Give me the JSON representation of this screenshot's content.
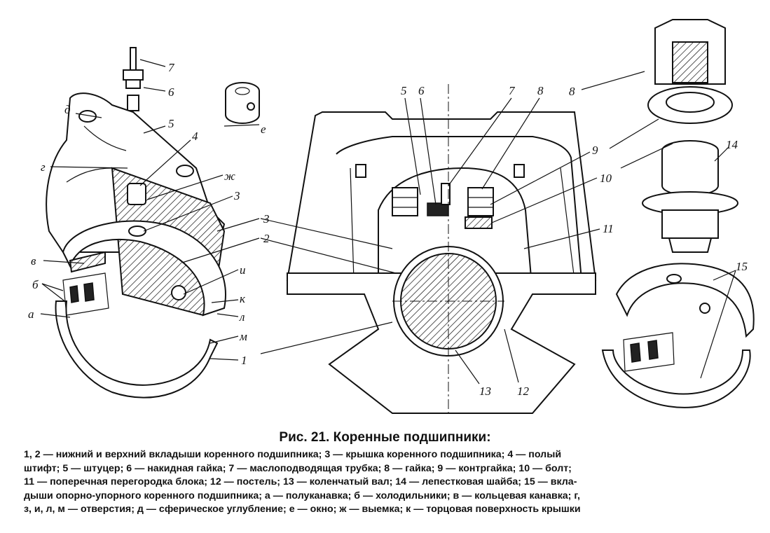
{
  "caption": {
    "title": "Рис. 21. Коренные подшипники:",
    "lines": [
      "1, 2 — нижний и верхний вкладыши коренного подшипника; 3 — крышка коренного подшипника; 4 — полый",
      "штифт; 5 — штуцер; 6 — накидная гайка; 7 — маслоподводящая трубка; 8 — гайка; 9 — контргайка; 10 — болт;",
      "11 — поперечная перегородка блока; 12 — постель; 13 — коленчатый вал; 14 — лепестковая шайба; 15 — вкла-",
      "дыши опорно-упорного коренного подшипника; а — полуканавка; б — холодильники; в — кольцевая канавка; г,",
      "з, и, л, м — отверстия; д — сферическое углубление; е — окно; ж — выемка; к — торцовая поверхность крышки"
    ]
  },
  "labels": {
    "l7a": "7",
    "l6a": "6",
    "l5a": "5",
    "l4": "4",
    "le": "е",
    "ld": "д",
    "lg": "г",
    "lzh": "ж",
    "l3a": "3",
    "l3b": "3",
    "l2": "2",
    "lv": "в",
    "lb": "б",
    "la": "а",
    "li": "и",
    "lk": "к",
    "ll": "л",
    "lm": "м",
    "l1": "1",
    "l5b": "5",
    "l6b": "6",
    "l7b": "7",
    "l8a": "8",
    "l9": "9",
    "l10": "10",
    "l11": "11",
    "l13": "13",
    "l12": "12",
    "l8b": "8",
    "l14": "14",
    "l15": "15"
  }
}
